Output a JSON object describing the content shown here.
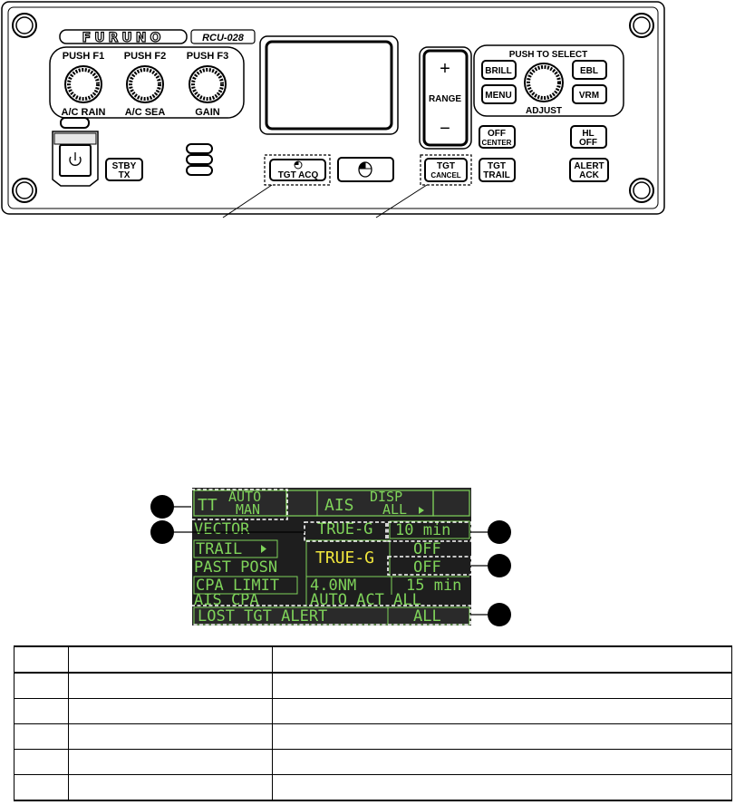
{
  "panel": {
    "brand": "FURUNO",
    "model": "RCU-028",
    "knobs": [
      {
        "top_label": "PUSH  F1",
        "bottom_label": "A/C  RAIN"
      },
      {
        "top_label": "PUSH  F2",
        "bottom_label": "A/C  SEA"
      },
      {
        "top_label": "PUSH  F3",
        "bottom_label": "GAIN"
      }
    ],
    "range": {
      "plus": "+",
      "label": "RANGE",
      "minus": "−"
    },
    "select_group": {
      "title": "PUSH TO SELECT",
      "adjust": "ADJUST",
      "brill": "BRILL",
      "ebl": "EBL",
      "menu": "MENU",
      "vrm": "VRM"
    },
    "off_center": [
      "OFF",
      "CENTER"
    ],
    "hl_off": [
      "HL",
      "OFF"
    ],
    "stby_tx": [
      "STBY",
      "TX"
    ],
    "tgt_acq": "TGT  ACQ",
    "tgt_cancel": [
      "TGT",
      "CANCEL"
    ],
    "tgt_trail": [
      "TGT",
      "TRAIL"
    ],
    "alert_ack": [
      "ALERT",
      "ACK"
    ]
  },
  "lcd": {
    "tt": "TT",
    "auto": "AUTO",
    "man": "MAN",
    "ais": "AIS",
    "disp": "DISP",
    "all_top": "ALL",
    "vector": "VECTOR",
    "vector_mode": "TRUE-G",
    "vector_time": "10 min",
    "trail": "TRAIL",
    "trail_mode": "TRUE-G",
    "trail_value": "OFF",
    "past_posn": "PAST POSN",
    "past_posn_value": "OFF",
    "cpa_limit": "CPA LIMIT",
    "cpa_nm": "4.0NM",
    "cpa_min": "15 min",
    "ais_cpa": "AIS CPA",
    "ais_cpa_value": "AUTO ACT ALL",
    "lost_tgt_alert": "LOST TGT ALERT",
    "lost_tgt_value": "ALL"
  },
  "table": {
    "rows": 6
  }
}
